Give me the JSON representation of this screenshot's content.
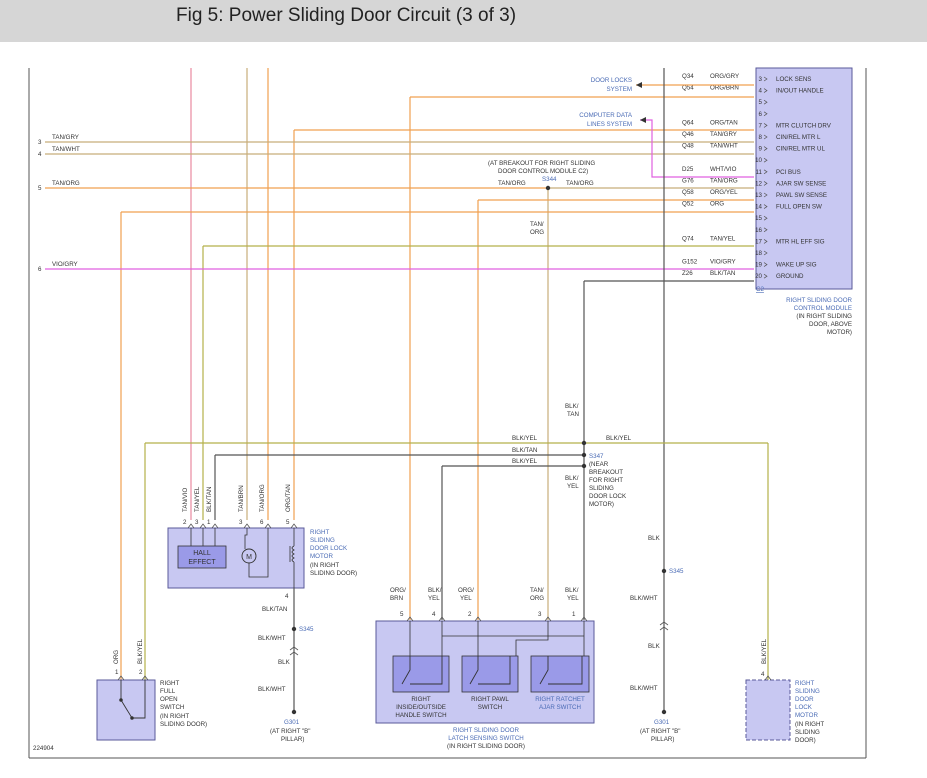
{
  "title": "Fig 5: Power Sliding Door Circuit (3 of 3)",
  "figure_id": "224904",
  "colors": {
    "orange": "#f0a050",
    "pink": "#e88aa0",
    "tan": "#c8ad7a",
    "olive": "#b5b04a",
    "magenta": "#e060e0",
    "black": "#555555",
    "component_fill": "#c8c8f2",
    "component_stroke": "#5a5a9a",
    "link_blue": "#4a6bb5"
  },
  "module": {
    "pins": [
      {
        "num": "3",
        "circuit": "Q34",
        "wire": "ORG/GRY",
        "label": "LOCK SENS"
      },
      {
        "num": "4",
        "circuit": "Q54",
        "wire": "ORG/BRN",
        "label": "IN/OUT HANDLE"
      },
      {
        "num": "5",
        "circuit": "",
        "wire": "",
        "label": ""
      },
      {
        "num": "6",
        "circuit": "",
        "wire": "",
        "label": ""
      },
      {
        "num": "7",
        "circuit": "Q64",
        "wire": "ORG/TAN",
        "label": "MTR CLUTCH DRV"
      },
      {
        "num": "8",
        "circuit": "Q46",
        "wire": "TAN/GRY",
        "label": "CIN/REL MTR L"
      },
      {
        "num": "9",
        "circuit": "Q48",
        "wire": "TAN/WHT",
        "label": "CIN/REL MTR UL"
      },
      {
        "num": "10",
        "circuit": "",
        "wire": "",
        "label": ""
      },
      {
        "num": "11",
        "circuit": "D25",
        "wire": "WHT/VIO",
        "label": "PCI BUS"
      },
      {
        "num": "12",
        "circuit": "G76",
        "wire": "TAN/ORG",
        "label": "AJAR SW SENSE"
      },
      {
        "num": "13",
        "circuit": "Q58",
        "wire": "ORG/YEL",
        "label": "PAWL SW SENSE"
      },
      {
        "num": "14",
        "circuit": "Q52",
        "wire": "ORG",
        "label": "FULL OPEN SW"
      },
      {
        "num": "15",
        "circuit": "",
        "wire": "",
        "label": ""
      },
      {
        "num": "16",
        "circuit": "",
        "wire": "",
        "label": ""
      },
      {
        "num": "17",
        "circuit": "Q74",
        "wire": "TAN/YEL",
        "label": "MTR HL EFF SIG"
      },
      {
        "num": "18",
        "circuit": "",
        "wire": "",
        "label": ""
      },
      {
        "num": "19",
        "circuit": "G152",
        "wire": "VIO/GRY",
        "label": "WAKE UP SIG"
      },
      {
        "num": "20",
        "circuit": "Z26",
        "wire": "BLK/TAN",
        "label": "GROUND"
      }
    ],
    "connector": "C2",
    "name_lines": [
      "RIGHT SLIDING DOOR",
      "CONTROL MODULE",
      "(IN RIGHT SLIDING",
      "DOOR, ABOVE",
      "MOTOR)"
    ]
  },
  "references": {
    "door_locks": [
      "DOOR LOCKS",
      "SYSTEM"
    ],
    "computer_data": [
      "COMPUTER DATA",
      "LINES SYSTEM"
    ]
  },
  "left_wires": [
    {
      "num": "3",
      "wire": "TAN/GRY"
    },
    {
      "num": "4",
      "wire": "TAN/WHT"
    },
    {
      "num": "5",
      "wire": "TAN/ORG"
    },
    {
      "num": "6",
      "wire": "VIO/GRY"
    }
  ],
  "splice_s344": {
    "note": [
      "(AT BREAKOUT FOR RIGHT SLIDING",
      "DOOR CONTROL MODULE C2)"
    ],
    "id": "S344",
    "left_wire": "TAN/ORG",
    "right_wire": "TAN/ORG",
    "down_wire": [
      "TAN/",
      "ORG"
    ]
  },
  "splice_s347": {
    "id": "S347",
    "note": [
      "(NEAR",
      "BREAKOUT",
      "FOR RIGHT",
      "SLIDING",
      "DOOR LOCK",
      "MOTOR)"
    ],
    "in_wire": [
      "BLK/",
      "TAN"
    ],
    "wire_1": "BLK/YEL",
    "wire_1b": "BLK/YEL",
    "wire_2": "BLK/TAN",
    "wire_3": "BLK/YEL",
    "down_wire": [
      "BLK/",
      "YEL"
    ]
  },
  "lock_motor_left": {
    "pin_wires": [
      {
        "num": "2",
        "wire": "TAN/VIO"
      },
      {
        "num": "3",
        "wire": "TAN/YEL"
      },
      {
        "num": "1",
        "wire": "BLK/TAN"
      },
      {
        "num": "3",
        "wire": "TAN/BRN"
      },
      {
        "num": "6",
        "wire": "TAN/ORG"
      },
      {
        "num": "5",
        "wire": "ORG/TAN"
      }
    ],
    "hall_label": [
      "HALL",
      "EFFECT"
    ],
    "motor_symbol": "M",
    "name_lines": [
      "RIGHT",
      "SLIDING",
      "DOOR LOCK",
      "MOTOR"
    ],
    "location": [
      "(IN RIGHT",
      "SLIDING DOOR)"
    ],
    "pin4": "4",
    "out_wire": "BLK/TAN"
  },
  "ground_left": {
    "splice": "S345",
    "wires": [
      "BLK/WHT",
      "BLK",
      "BLK/WHT"
    ],
    "ground": "G301",
    "location": [
      "(AT RIGHT \"B\"",
      "PILLAR)"
    ]
  },
  "ground_right": {
    "top_wire": "BLK",
    "splice": "S345",
    "wires": [
      "BLK/WHT",
      "BLK",
      "BLK/WHT"
    ],
    "ground": "G301",
    "location": [
      "(AT RIGHT \"B\"",
      "PILLAR)"
    ]
  },
  "full_open_switch": {
    "pin1": "1",
    "pin2": "2",
    "wire1": "ORG",
    "wire2": "BLK/YEL",
    "name_lines": [
      "RIGHT",
      "FULL",
      "OPEN",
      "SWITCH"
    ],
    "location": [
      "(IN RIGHT",
      "SLIDING DOOR)"
    ]
  },
  "latch_switch": {
    "pin_wires": [
      {
        "num": "5",
        "wire": [
          "ORG/",
          "BRN"
        ]
      },
      {
        "num": "4",
        "wire": [
          "BLK/",
          "YEL"
        ]
      },
      {
        "num": "2",
        "wire": [
          "ORG/",
          "YEL"
        ]
      },
      {
        "num": "3",
        "wire": [
          "TAN/",
          "ORG"
        ]
      },
      {
        "num": "1",
        "wire": [
          "BLK/",
          "YEL"
        ]
      }
    ],
    "sub_switches": [
      [
        "RIGHT",
        "INSIDE/OUTSIDE",
        "HANDLE SWITCH"
      ],
      [
        "RIGHT PAWL",
        "SWITCH"
      ],
      [
        "RIGHT RATCHET",
        "AJAR SWITCH"
      ]
    ],
    "name_lines": [
      "RIGHT SLIDING DOOR",
      "LATCH SENSING SWITCH"
    ],
    "location": "(IN RIGHT SLIDING DOOR)"
  },
  "lock_motor_right": {
    "wire": "BLK/YEL",
    "pin": "4",
    "name_lines": [
      "RIGHT",
      "SLIDING",
      "DOOR",
      "LOCK",
      "MOTOR"
    ],
    "location": [
      "(IN RIGHT",
      "SLIDING",
      "DOOR)"
    ]
  }
}
